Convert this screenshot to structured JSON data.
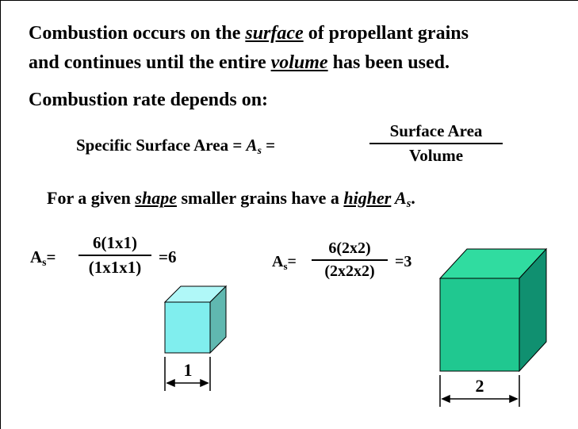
{
  "line1": {
    "pre": "Combustion occurs on the ",
    "em": "surface",
    "post": " of propellant grains"
  },
  "line2": {
    "pre": "and continues until the entire ",
    "em": "volume",
    "post": " has been used."
  },
  "line3": "Combustion rate depends on:",
  "ssa": {
    "label": "Specific Surface Area = ",
    "sym": "A",
    "sub": "s",
    "eq": " =",
    "num": "Surface Area",
    "den": "Volume"
  },
  "line5": {
    "pre": "For a given ",
    "em1": "shape",
    "mid": " smaller grains have a ",
    "em2": "higher",
    "sym": " A",
    "sub": "s",
    "post": "."
  },
  "eq_small": {
    "sym": "A",
    "sub": "s",
    "eq": "=",
    "num": "6(1x1)",
    "den": "(1x1x1)",
    "result": "=6"
  },
  "eq_large": {
    "sym": "A",
    "sub": "s",
    "eq": "=",
    "num": "6(2x2)",
    "den": "(2x2x2)",
    "result": "=3"
  },
  "cube_small": {
    "dim_label": "1",
    "front": "#80eeee",
    "top": "#b0f8f8",
    "side": "#60b8b0"
  },
  "cube_large": {
    "dim_label": "2",
    "front": "#20c890",
    "top": "#30dca0",
    "side": "#109070"
  }
}
